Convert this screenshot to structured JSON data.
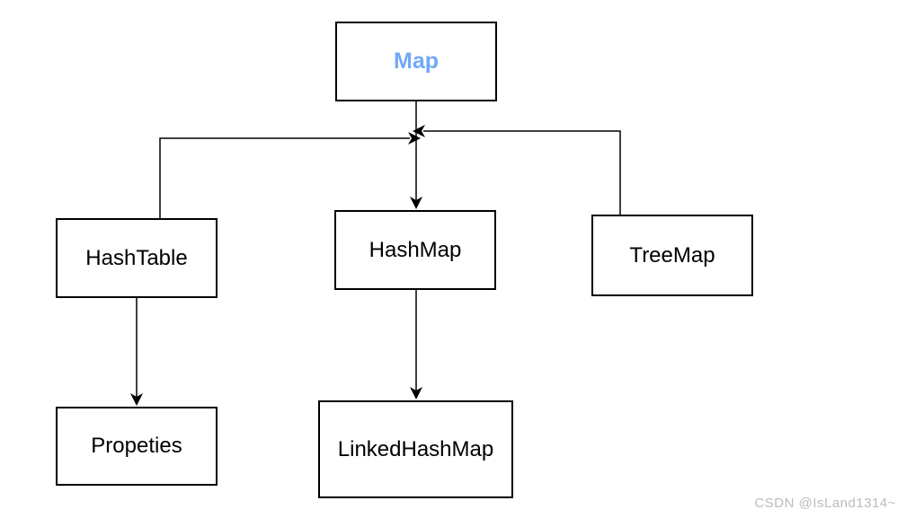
{
  "diagram": {
    "type": "hierarchy",
    "nodes": {
      "map": {
        "label": "Map"
      },
      "hashtable": {
        "label": "HashTable"
      },
      "hashmap": {
        "label": "HashMap"
      },
      "treemap": {
        "label": "TreeMap"
      },
      "propeties": {
        "label": "Propeties"
      },
      "linkedhashmap": {
        "label": "LinkedHashMap"
      }
    },
    "edges": [
      {
        "from": "Map",
        "to": "HashTable"
      },
      {
        "from": "Map",
        "to": "HashMap"
      },
      {
        "from": "Map",
        "to": "TreeMap"
      },
      {
        "from": "HashTable",
        "to": "Propeties"
      },
      {
        "from": "HashMap",
        "to": "LinkedHashMap"
      }
    ]
  },
  "colors": {
    "root_label": "#6FA8F8",
    "node_label": "#000000",
    "node_fill": "#FFFFFF",
    "node_border": "#000000",
    "connector": "#000000",
    "watermark": "#BCBCBC"
  },
  "watermark": {
    "text": "CSDN @IsLand1314~"
  }
}
